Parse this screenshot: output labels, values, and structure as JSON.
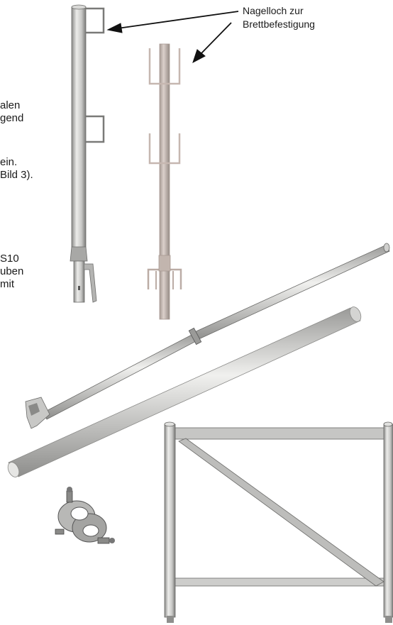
{
  "callout": {
    "line1": "Nagelloch zur",
    "line2": "Brettbefestigung"
  },
  "cut_text": [
    "alen",
    "gend",
    "ein.",
    "Bild 3).",
    "S10",
    "uben",
    "mit"
  ],
  "colors": {
    "metal_light": "#e6e6e4",
    "metal_mid": "#c4c4c2",
    "metal_dark": "#7a7a78",
    "rust": "#b5a59e",
    "line": "#111111"
  }
}
